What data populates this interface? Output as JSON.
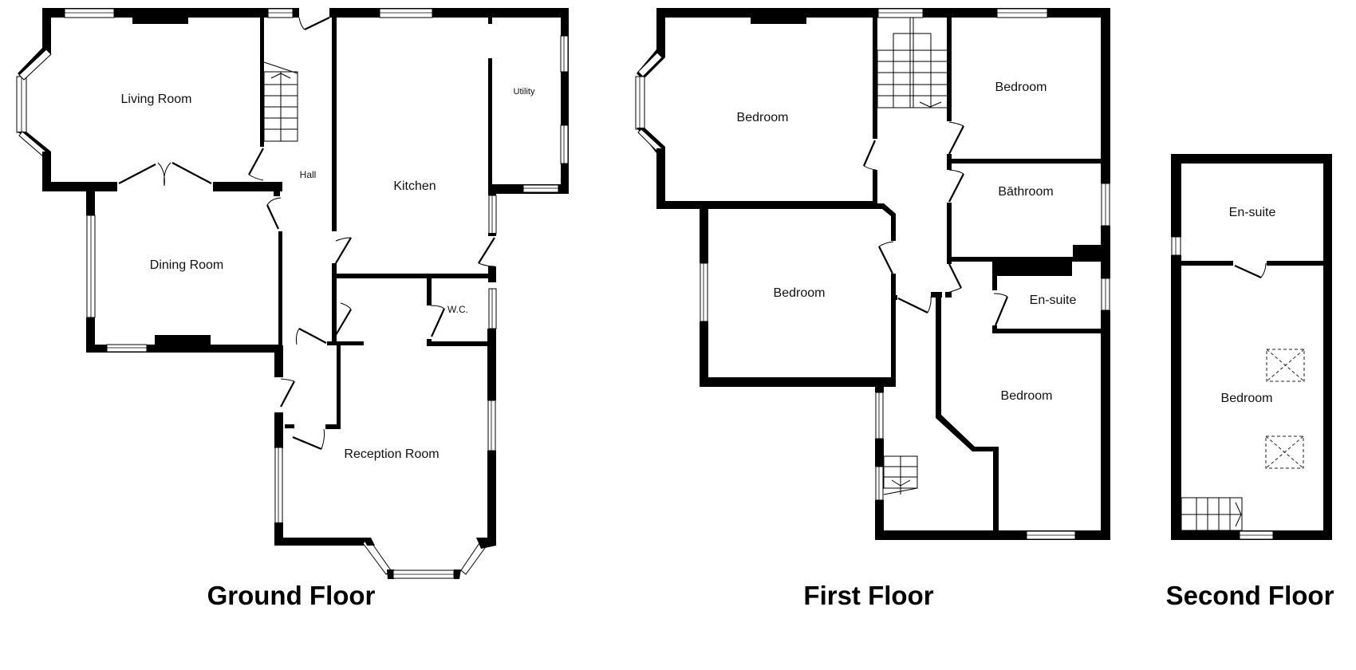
{
  "floors": [
    {
      "id": "ground",
      "title": "Ground Floor",
      "rooms": [
        {
          "name": "Living Room"
        },
        {
          "name": "Hall"
        },
        {
          "name": "Kitchen"
        },
        {
          "name": "Utility"
        },
        {
          "name": "Dining Room"
        },
        {
          "name": "W.C."
        },
        {
          "name": "Reception Room"
        }
      ]
    },
    {
      "id": "first",
      "title": "First Floor",
      "rooms": [
        {
          "name": "Bedroom"
        },
        {
          "name": "Bedroom"
        },
        {
          "name": "Bāthroom"
        },
        {
          "name": "Bedroom"
        },
        {
          "name": "En-suite"
        },
        {
          "name": "Bedroom"
        }
      ]
    },
    {
      "id": "second",
      "title": "Second Floor",
      "rooms": [
        {
          "name": "En-suite"
        },
        {
          "name": "Bedroom"
        }
      ]
    }
  ],
  "colors": {
    "wall": "#000000",
    "background": "#ffffff"
  }
}
